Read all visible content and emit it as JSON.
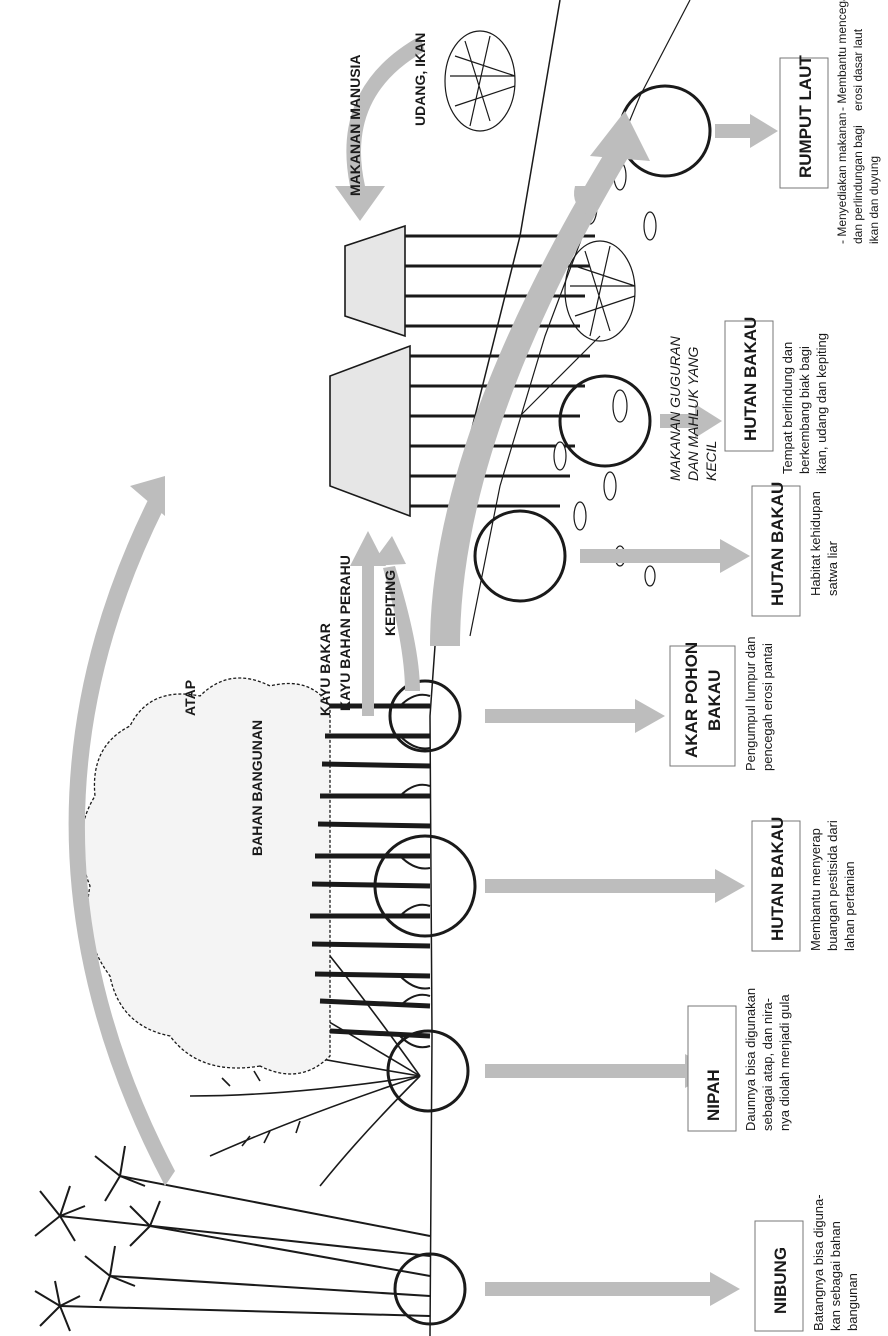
{
  "flow_labels": {
    "atap": "ATAP",
    "bahan_bangunan": "BAHAN BANGUNAN",
    "kayu_bakar": "KAYU BAKAR",
    "kayu_bahan_perahu": "KAYU BAHAN PERAHU",
    "kepiting": "KEPITING",
    "makanan_manusia": "MAKANAN MANUSIA",
    "udang_ikan": "UDANG, IKAN",
    "makanan_guguran_1": "MAKANAN GUGURAN",
    "makanan_guguran_2": "DAN MAHLUK YANG",
    "makanan_guguran_3": "KECIL"
  },
  "boxes": {
    "nibung": {
      "title": "NIBUNG",
      "lines": [
        "Batangnya bisa diguna-",
        "kan sebagai bahan",
        "bangunan"
      ]
    },
    "nipah": {
      "title": "NIPAH",
      "lines": [
        "Daunnya bisa digunakan",
        "sebagai atap, dan nira-",
        "nya diolah menjadi gula"
      ]
    },
    "hutan_bakau_1": {
      "title": "HUTAN BAKAU",
      "lines": [
        "Membantu menyerap",
        "buangan pestisida dari",
        "lahan pertanian"
      ]
    },
    "akar_pohon_bakau": {
      "title_1": "AKAR POHON",
      "title_2": "BAKAU",
      "lines": [
        "Pengumpul lumpur dan",
        "pencegah erosi pantai"
      ]
    },
    "hutan_bakau_2": {
      "title": "HUTAN BAKAU",
      "lines": [
        "Habitat kehidupan",
        "satwa liar"
      ]
    },
    "hutan_bakau_3": {
      "title": "HUTAN BAKAU",
      "lines": [
        "Tempat berlindung dan",
        "berkembang biak bagi",
        "ikan, udang dan kepiting"
      ]
    },
    "rumput_laut": {
      "title": "RUMPUT LAUT",
      "lines": [
        "- Menyediakan makanan",
        "  dan perlindungan bagi",
        "  ikan dan duyung",
        "- Membantu mencegah",
        "  erosi dasar laut"
      ]
    }
  },
  "colors": {
    "arrow": "#bdbdbd",
    "ink": "#1a1a1a",
    "box_border": "#777777"
  }
}
